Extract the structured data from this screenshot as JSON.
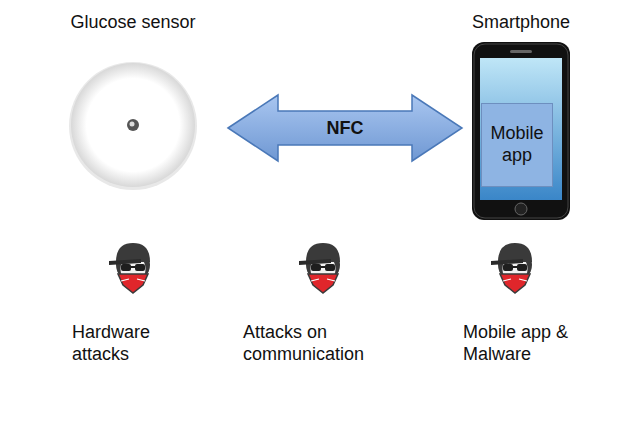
{
  "diagram": {
    "nodes": [
      {
        "text": [
          "Glucose sensor"
        ]
      },
      {
        "text": [
          "Smartphone"
        ]
      },
      {
        "text": [
          "Mobile app"
        ],
        "in": 1
      }
    ],
    "edges": [
      {
        "from": 0,
        "to": 1,
        "arrow": "both",
        "label": "NFC"
      }
    ],
    "labels": [
      "Hardware attacks",
      "Attacks on communication",
      "Mobile app & Malware"
    ]
  }
}
